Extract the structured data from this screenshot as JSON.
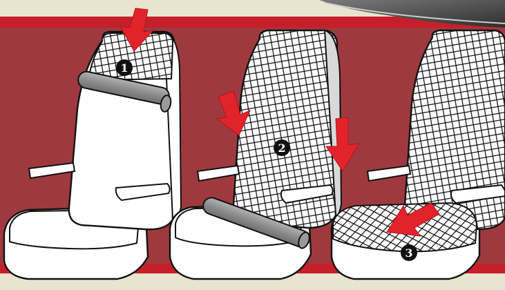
{
  "steps": [
    {
      "number": "1"
    },
    {
      "number": "2"
    },
    {
      "number": "3"
    }
  ],
  "colors": {
    "top_band": "#e9e4cf",
    "red_panel": "#9e3a3f",
    "red_stripe": "#c71f2a",
    "arrow": "#e3232b",
    "seat_fill": "#ffffff",
    "outline": "#111111",
    "roll": "#8f8f8f",
    "badge": "#111111"
  },
  "icons": {
    "roll": "rolled-cover-icon",
    "arrow": "down-arrow-icon",
    "badge": "step-number-badge"
  }
}
